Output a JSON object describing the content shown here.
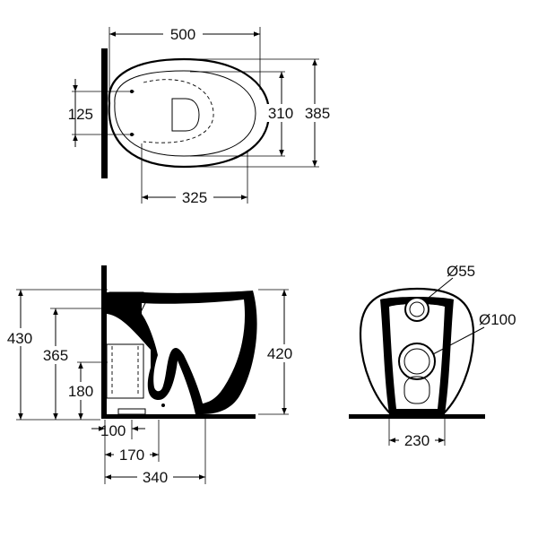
{
  "top_view": {
    "width": "500",
    "mount_spacing": "125",
    "depth_to_outlet": "325",
    "inner_width": "310",
    "overall_width": "385"
  },
  "side_view": {
    "overall_height": "430",
    "inlet_height": "365",
    "outlet_height": "180",
    "bowl_height": "420",
    "outlet_offset": "100",
    "waste_offset": "170",
    "projection": "340"
  },
  "rear_view": {
    "inlet_diameter": "Ø55",
    "outlet_diameter": "Ø100",
    "base_width": "230"
  }
}
